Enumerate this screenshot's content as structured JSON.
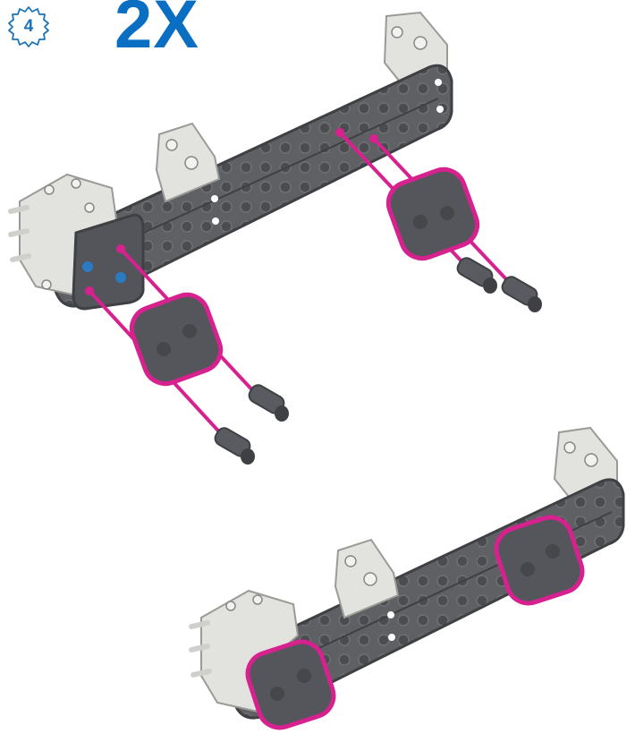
{
  "step": {
    "number": "4",
    "icon": "gear-icon",
    "accent_color": "#1a73b8"
  },
  "quantity": {
    "label": "2X",
    "color": "#0a6fc2"
  },
  "colors": {
    "highlight": "#d6218f",
    "beam": "#5f6063",
    "beam_dark": "#3f4043",
    "connector": "#d9d9d6",
    "pin_blue": "#2a7bc2"
  },
  "views": [
    {
      "name": "exploded-assembly"
    },
    {
      "name": "completed-assembly"
    }
  ]
}
